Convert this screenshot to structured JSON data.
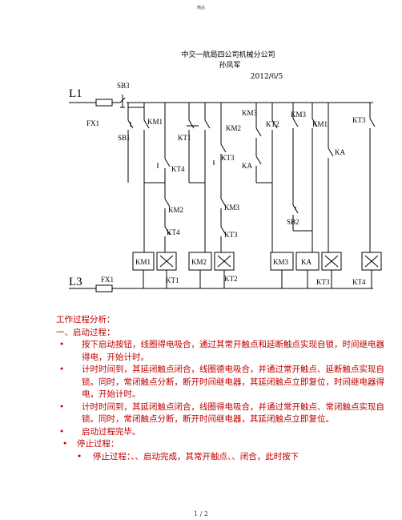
{
  "header_mark": "精品",
  "title": "中交一航局四公司机械分公司",
  "author": "孙凤军",
  "date": "2012/6/5",
  "diagram": {
    "rail_top": "L1",
    "rail_bottom": "L3",
    "fuse_top": "FX1",
    "fuse_bottom": "FX1",
    "labels": {
      "sb3": "SB3",
      "sb1": "SB1",
      "km1_a": "KM1",
      "kt1_a": "KT1",
      "km2_a": "KM2",
      "km3_a": "KM3",
      "km3_b": "KM3",
      "kt2": "KT2",
      "km1_b": "KM1",
      "kt3_a": "KT3",
      "kt4_a": "KT4",
      "kt3_b": "KT3",
      "ka_a": "KA",
      "ka_b": "KA",
      "km2_b": "KM2",
      "km3_c": "KM3",
      "kt4_b": "KT4",
      "kt3_c": "KT3",
      "sb2": "SB2",
      "coil_km1": "KM1",
      "coil_km2": "KM2",
      "coil_km3": "KM3",
      "coil_ka": "KA",
      "coil_kt1": "KT1",
      "coil_kt2": "KT2",
      "coil_kt3": "KT3",
      "coil_kt4": "KT4"
    }
  },
  "analysis": {
    "heading": "工作过程分析：",
    "section1": "一、启动过程：",
    "bullet": "•",
    "items": [
      "按下启动按钮，线圈得电吸合，通过其常开触点和延断触点实现自锁，时间继电器得电，开始计时。",
      "计时时间到，其延闭触点闭合，线圈德电吸合，并通过常开触点、延断触点实现自锁。同时，常闭触点分断，断开时间继电器，其延闭触点立即复位，时间继电器得电，开始计时。",
      "计时时间到，其延闭触点闭合，线圈得电吸合，并通过常开触点、常闭触点实现自锁。同时，常闭触点分断，断开时间继电器，其延闭触点立即复位。",
      "启动过程完毕。"
    ],
    "stop_heading": "停止过程：",
    "stop_item": "停止过程：、、启动完成，其常开触点、、闭合，此时按下"
  },
  "footer": "1 / 2"
}
